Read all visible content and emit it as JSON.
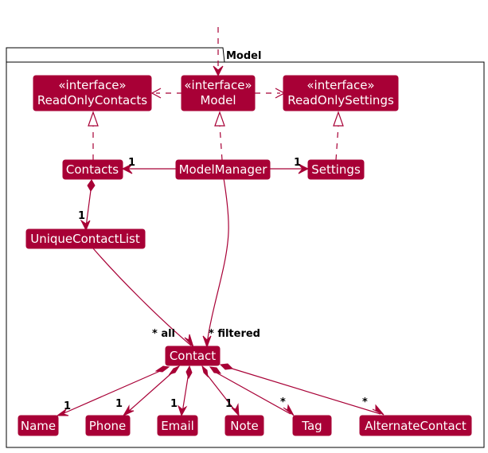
{
  "package": {
    "title": "Model"
  },
  "classes": {
    "read_only_contacts": {
      "stereotype": "«interface»",
      "name": "ReadOnlyContacts"
    },
    "model": {
      "stereotype": "«interface»",
      "name": "Model"
    },
    "read_only_settings": {
      "stereotype": "«interface»",
      "name": "ReadOnlySettings"
    },
    "contacts": {
      "name": "Contacts"
    },
    "model_manager": {
      "name": "ModelManager"
    },
    "settings": {
      "name": "Settings"
    },
    "unique_contact_list": {
      "name": "UniqueContactList"
    },
    "contact": {
      "name": "Contact"
    },
    "name": {
      "name": "Name"
    },
    "phone": {
      "name": "Phone"
    },
    "email": {
      "name": "Email"
    },
    "note": {
      "name": "Note"
    },
    "tag": {
      "name": "Tag"
    },
    "alternate_contact": {
      "name": "AlternateContact"
    }
  },
  "multiplicities": {
    "manager_contacts": "1",
    "manager_settings": "1",
    "contacts_list": "1",
    "list_contact_all": "* all",
    "manager_contact_filtered": "* filtered",
    "contact_name": "1",
    "contact_phone": "1",
    "contact_email": "1",
    "contact_note": "1",
    "contact_tag": "*",
    "contact_alternate": "*"
  },
  "colors": {
    "class_fill": "#a80036",
    "class_text": "#ffffff",
    "edge": "#a80036"
  }
}
